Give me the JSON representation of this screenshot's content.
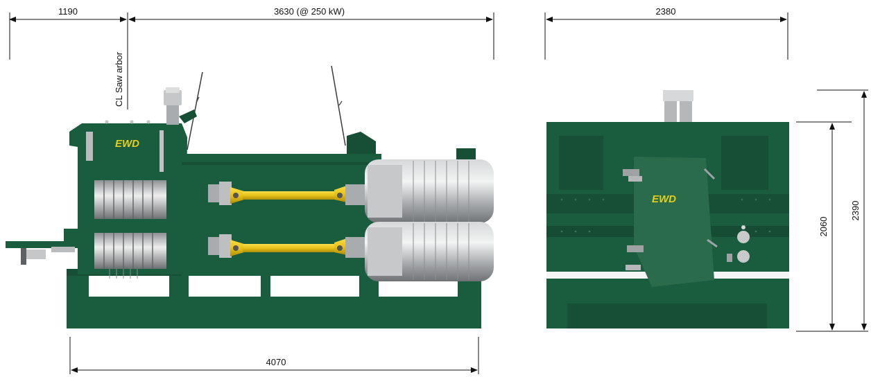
{
  "dimensions": {
    "left_overhang": "1190",
    "main_length": "3630  (@ 250 kW)",
    "end_width": "2380",
    "total_length": "4070",
    "body_height": "2060",
    "total_height": "2390"
  },
  "labels": {
    "saw_arbor": "CL Saw arbor",
    "logo_side": "EWD",
    "logo_end": "EWD"
  },
  "colors": {
    "machine_green": "#195c3e",
    "dark_green": "#0f4a31",
    "motor_gray": "#9a9d9f",
    "shaft_yellow": "#e8c21a",
    "logo_yellow": "#e6cf1f"
  }
}
